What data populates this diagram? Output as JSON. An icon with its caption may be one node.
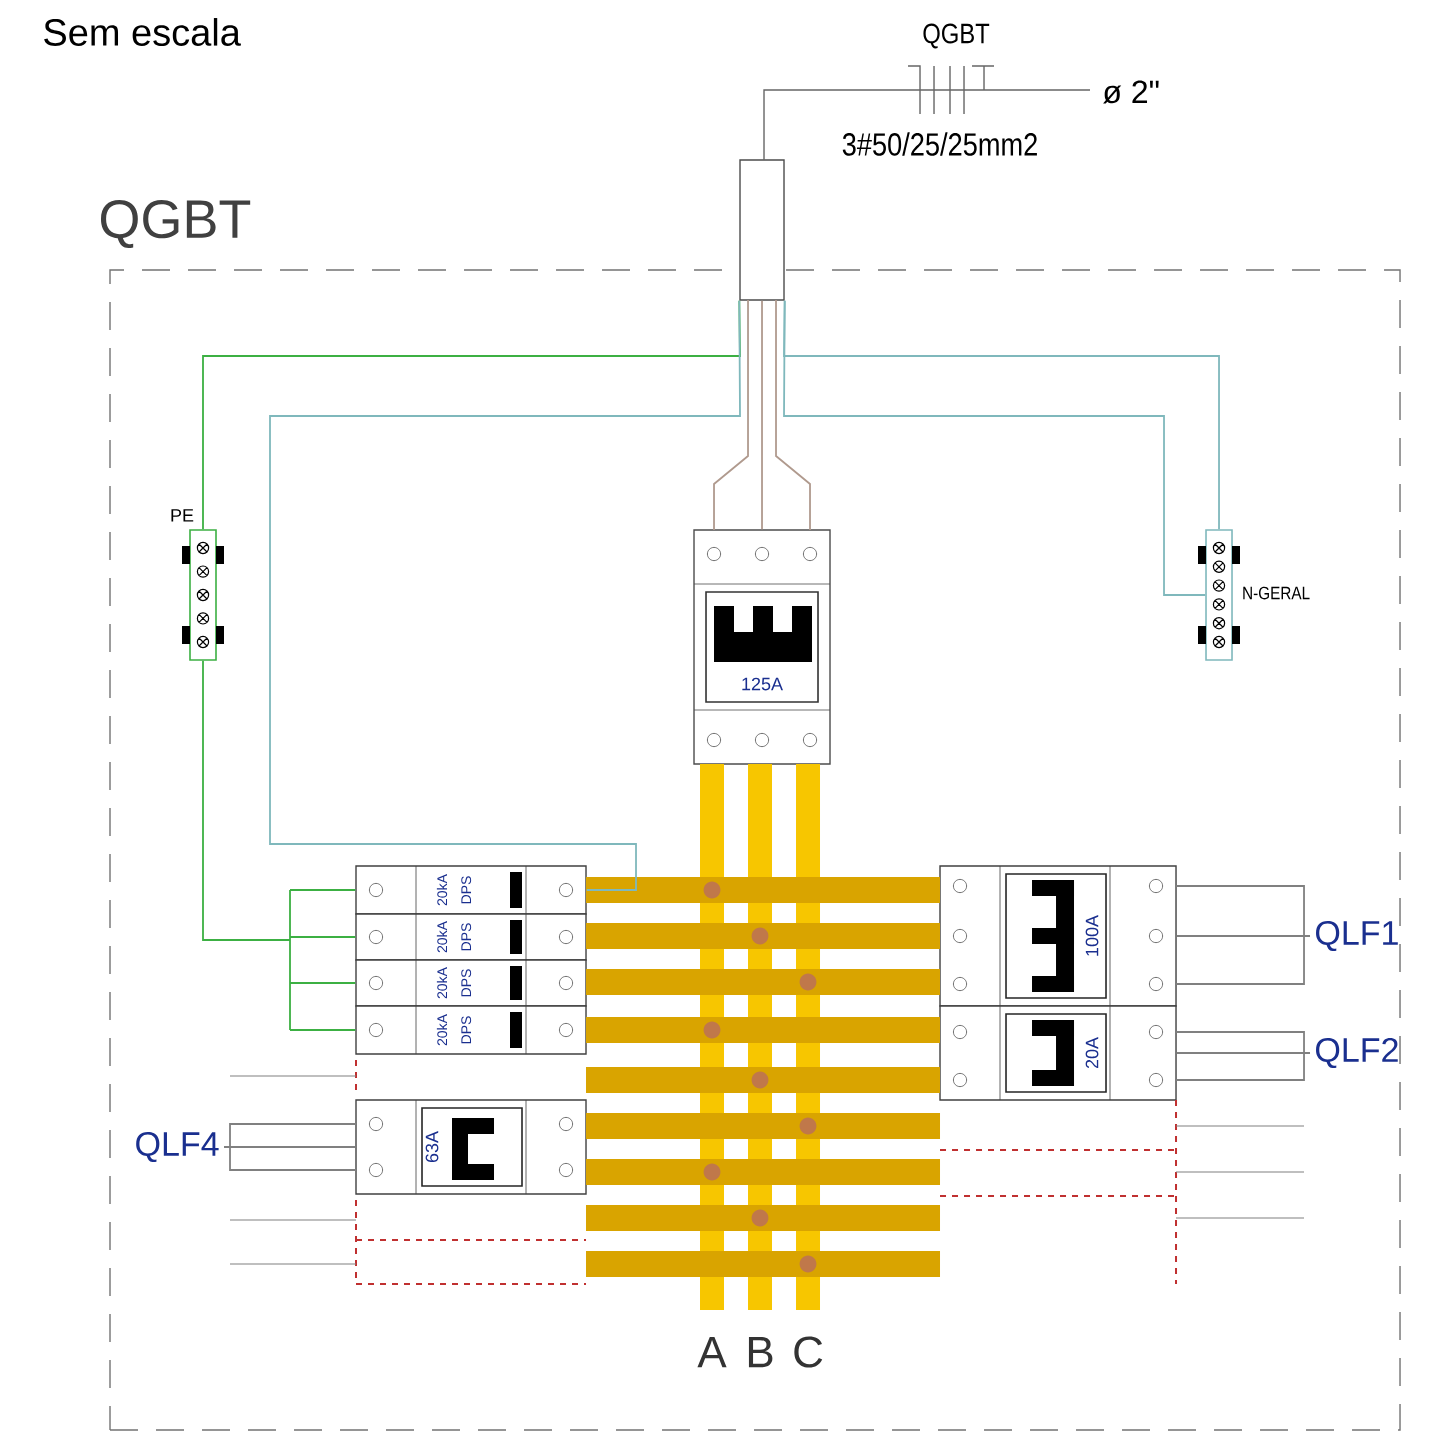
{
  "diagram": {
    "nodes": [
      {
        "text": [
          "QGBT"
        ]
      },
      {
        "text": [],
        "shape": "box"
      },
      {
        "text": [
          "PE"
        ],
        "in": 0
      },
      {
        "text": [
          "125A"
        ],
        "in": 0
      },
      {
        "text": [
          "N-GERAL"
        ],
        "in": 0
      },
      {
        "text": [
          "20kA DPS"
        ],
        "in": 0
      },
      {
        "text": [
          "20kA DPS"
        ],
        "in": 0
      },
      {
        "text": [
          "20kA DPS"
        ],
        "in": 0
      },
      {
        "text": [
          "20kA DPS"
        ],
        "in": 0
      },
      {
        "text": [
          "100A"
        ],
        "in": 0
      },
      {
        "text": [
          "20A"
        ],
        "in": 0
      },
      {
        "text": [
          "63A"
        ],
        "in": 0
      },
      {
        "text": [
          "QLF1"
        ],
        "in": 0
      },
      {
        "text": [
          "QLF2"
        ],
        "in": 0
      },
      {
        "text": [
          "QLF4"
        ],
        "in": 0
      },
      {
        "text": [
          "A"
        ],
        "in": 0
      },
      {
        "text": [
          "B"
        ],
        "in": 0
      },
      {
        "text": [
          "C"
        ],
        "in": 0
      }
    ],
    "edges": [
      {
        "from": 1,
        "to": 3,
        "arrow": "none",
        "color": "#b09a8e"
      },
      {
        "from": 1,
        "to": 2,
        "arrow": "none",
        "color": "#3cb043"
      },
      {
        "from": 1,
        "to": 4,
        "arrow": "none",
        "color": "#7fb8bc"
      },
      {
        "from": 1,
        "to": 4,
        "arrow": "none",
        "color": "#7fb8bc"
      },
      {
        "from": 1,
        "to": 5,
        "arrow": "none",
        "color": "#7fb8bc"
      },
      {
        "from": 2,
        "to": 5,
        "arrow": "none",
        "color": "#3cb043"
      },
      {
        "from": 2,
        "to": 6,
        "arrow": "none",
        "color": "#3cb043"
      },
      {
        "from": 2,
        "to": 7,
        "arrow": "none",
        "color": "#3cb043"
      },
      {
        "from": 2,
        "to": 8,
        "arrow": "none",
        "color": "#3cb043"
      },
      {
        "from": 9,
        "to": 12,
        "arrow": "none"
      },
      {
        "from": 10,
        "to": 13,
        "arrow": "none"
      },
      {
        "from": 11,
        "to": 14,
        "arrow": "none"
      }
    ],
    "labels": [
      "Sem escala",
      "QGBT",
      "3#50/25/25mm2",
      "ø 2\""
    ]
  }
}
